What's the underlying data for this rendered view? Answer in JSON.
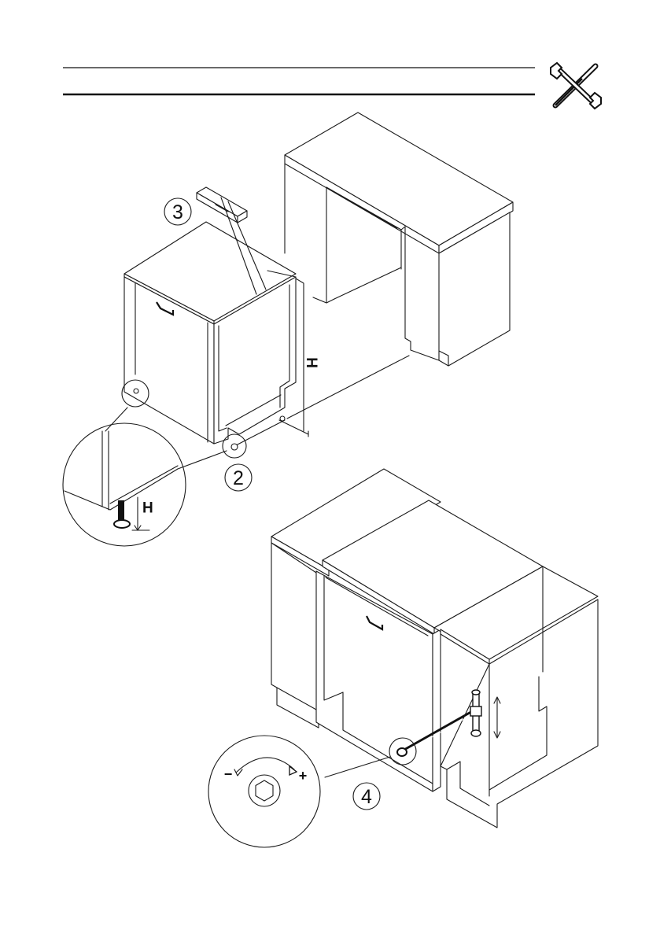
{
  "callouts": [
    "3",
    "2",
    "4"
  ],
  "dimension_label": "H",
  "adjust_signs": {
    "minus": "−",
    "plus": "+"
  },
  "header_icon": "tools-icon"
}
